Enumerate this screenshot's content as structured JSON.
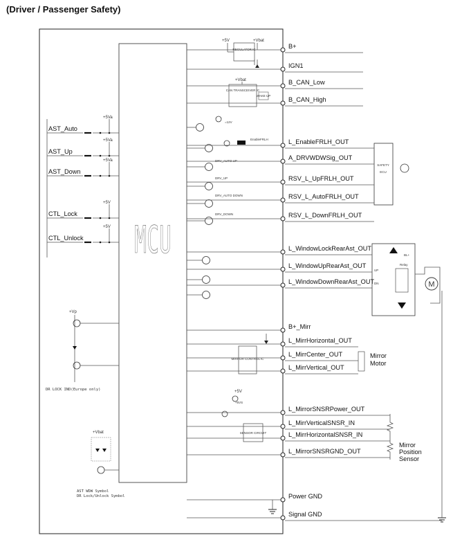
{
  "title": "(Driver / Passenger Safety)",
  "mcu": "MCU",
  "pins": [
    {
      "label": "B+"
    },
    {
      "label": "IGN1"
    },
    {
      "label": "B_CAN_Low"
    },
    {
      "label": "B_CAN_High"
    },
    {
      "label": "L_EnableFRLH_OUT"
    },
    {
      "label": "A_DRVWDWSig_OUT"
    },
    {
      "label": "RSV_L_UpFRLH_OUT"
    },
    {
      "label": "RSV_L_AutoFRLH_OUT"
    },
    {
      "label": "RSV_L_DownFRLH_OUT"
    },
    {
      "label": "L_WindowLockRearAst_OUT"
    },
    {
      "label": "L_WindowUpRearAst_OUT"
    },
    {
      "label": "L_WindowDownRearAst_OUT"
    },
    {
      "label": "B+_Mirr"
    },
    {
      "label": "L_MirrHorizontal_OUT"
    },
    {
      "label": "L_MirrCenter_OUT"
    },
    {
      "label": "L_MirrVertical_OUT"
    },
    {
      "label": "L_MirrorSNSRPower_OUT"
    },
    {
      "label": "L_MirrVerticalSNSR_IN"
    },
    {
      "label": "L_MirrHorizontalSNSR_IN"
    },
    {
      "label": "L_MirrorSNSRGND_OUT"
    },
    {
      "label": "Power GND"
    },
    {
      "label": "Signal GND"
    }
  ],
  "switches": [
    {
      "label": "AST_Auto",
      "supply": "+5Va"
    },
    {
      "label": "AST_Up",
      "supply": "+5Va"
    },
    {
      "label": "AST_Down",
      "supply": "+5Va"
    },
    {
      "label": "CTL_Lock",
      "supply": "+5V"
    },
    {
      "label": "CTL_Unlock",
      "supply": "+5V"
    }
  ],
  "blocks": {
    "regulator": "REGULATOR IC",
    "can": "CAN TRANSCEIVER IC",
    "can_side": "WAKE UP",
    "safety": "SAFETY ECU",
    "mirror_ctrl": "MIRROR CONTROL IC",
    "mirror_sensor_ic": "SENSOR CIRCUIT",
    "relay": "Relay",
    "motor_symbol": "M",
    "bl_label": "BL+",
    "up": "UP",
    "dn": "DN"
  },
  "supplies": {
    "p5v": "+5V",
    "vbat": "+Vbat",
    "vp": "+Vp",
    "p5vs": "+5V",
    "pvbat2": "+Vbat"
  },
  "mirror_motor": [
    "Mirror",
    "Motor"
  ],
  "mirror_sensor": [
    "Mirror",
    "Position",
    "Sensor"
  ],
  "internal_signals": [
    "DRV_AUTO UP",
    "DRV_UP",
    "DRV_AUTO DOWN",
    "DRV_DOWN",
    "EnableFRLH",
    "=12V",
    "+5VS"
  ],
  "notes": {
    "dr_lock": "DR LOCK IND(Europe only)",
    "ast": [
      "AST WDW Symbol",
      "DR Lock/Unlock Symbol"
    ]
  }
}
